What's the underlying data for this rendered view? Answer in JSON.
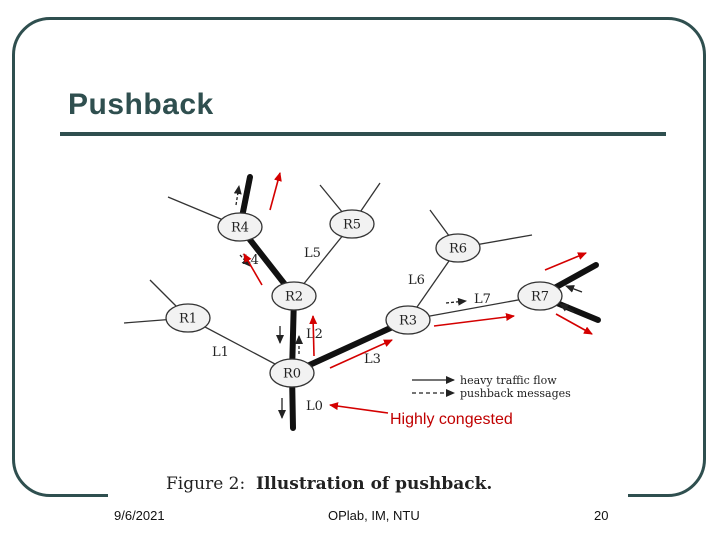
{
  "slide": {
    "title": "Pushback",
    "date": "9/6/2021",
    "organization": "OPlab, IM, NTU",
    "page_number": "20"
  },
  "figure": {
    "caption_prefix": "Figure 2:",
    "caption_text": "Illustration of pushback.",
    "nodes": [
      "R0",
      "R1",
      "R2",
      "R3",
      "R4",
      "R5",
      "R6",
      "R7"
    ],
    "links": [
      "L0",
      "L1",
      "L2",
      "L3",
      "L4",
      "L5",
      "L6",
      "L7"
    ],
    "legend": {
      "solid": "heavy traffic flow",
      "dashed": "pushback messages"
    },
    "annotation": "Highly congested",
    "colors": {
      "annotation": "#c00000",
      "frame": "#2f4f4f",
      "arrows": "#d40000"
    }
  }
}
